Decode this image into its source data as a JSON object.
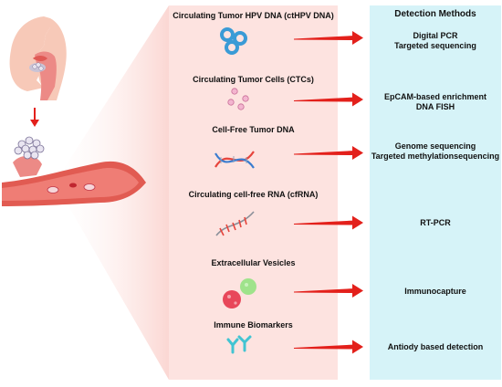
{
  "colors": {
    "panel_pink": "#fde3e0",
    "panel_blue": "#d6f3f8",
    "arrow_red": "#e3201b",
    "tissue": "#ec8a86",
    "vessel": "#e15b52"
  },
  "detection_header": "Detection Methods",
  "markers": [
    {
      "label": "Circulating Tumor HPV DNA (ctHPV DNA)",
      "icon": "hpv-dna-circles-icon",
      "methods": [
        "Digital PCR",
        "Targeted sequencing"
      ]
    },
    {
      "label": "Circulating Tumor Cells (CTCs)",
      "icon": "tumor-cells-icon",
      "methods": [
        "EpCAM-based enrichment",
        "DNA FISH"
      ]
    },
    {
      "label": "Cell-Free Tumor DNA",
      "icon": "dna-helix-icon",
      "methods": [
        "Genome sequencing",
        "Targeted methylationsequencing"
      ]
    },
    {
      "label": "Circulating cell-free RNA (cfRNA)",
      "icon": "rna-strand-icon",
      "methods": [
        "RT-PCR"
      ]
    },
    {
      "label": "Extracellular Vesicles",
      "icon": "vesicles-icon",
      "methods": [
        "Immunocapture"
      ]
    },
    {
      "label": "Immune Biomarkers",
      "icon": "antibody-icon",
      "methods": [
        "Antiody based detection"
      ]
    }
  ]
}
